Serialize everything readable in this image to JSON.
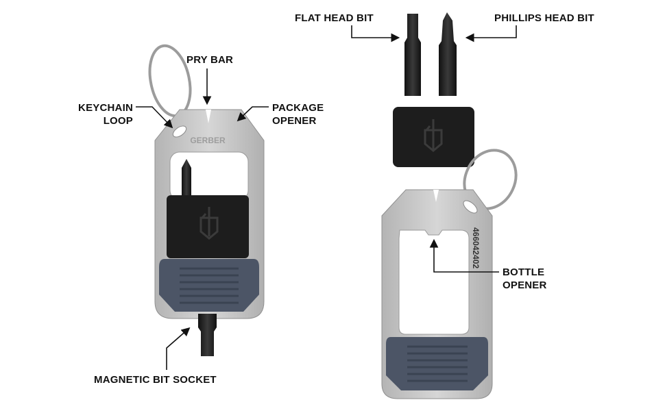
{
  "labels": {
    "pry_bar": "PRY BAR",
    "keychain_loop": [
      "KEYCHAIN",
      "LOOP"
    ],
    "package_opener": [
      "PACKAGE",
      "OPENER"
    ],
    "magnetic_bit_socket": "MAGNETIC BIT SOCKET",
    "flat_head_bit": "FLAT HEAD BIT",
    "phillips_head_bit": "PHILLIPS HEAD BIT",
    "bottle_opener": [
      "BOTTLE",
      "OPENER"
    ]
  },
  "engravings": {
    "brand": "GERBER",
    "serial": "466042402"
  },
  "colors": {
    "steel": "#c9c9c9",
    "steel_dark": "#9a9a9a",
    "grip": "#4c5566",
    "cover": "#1c1c1c",
    "text": "#111111"
  }
}
